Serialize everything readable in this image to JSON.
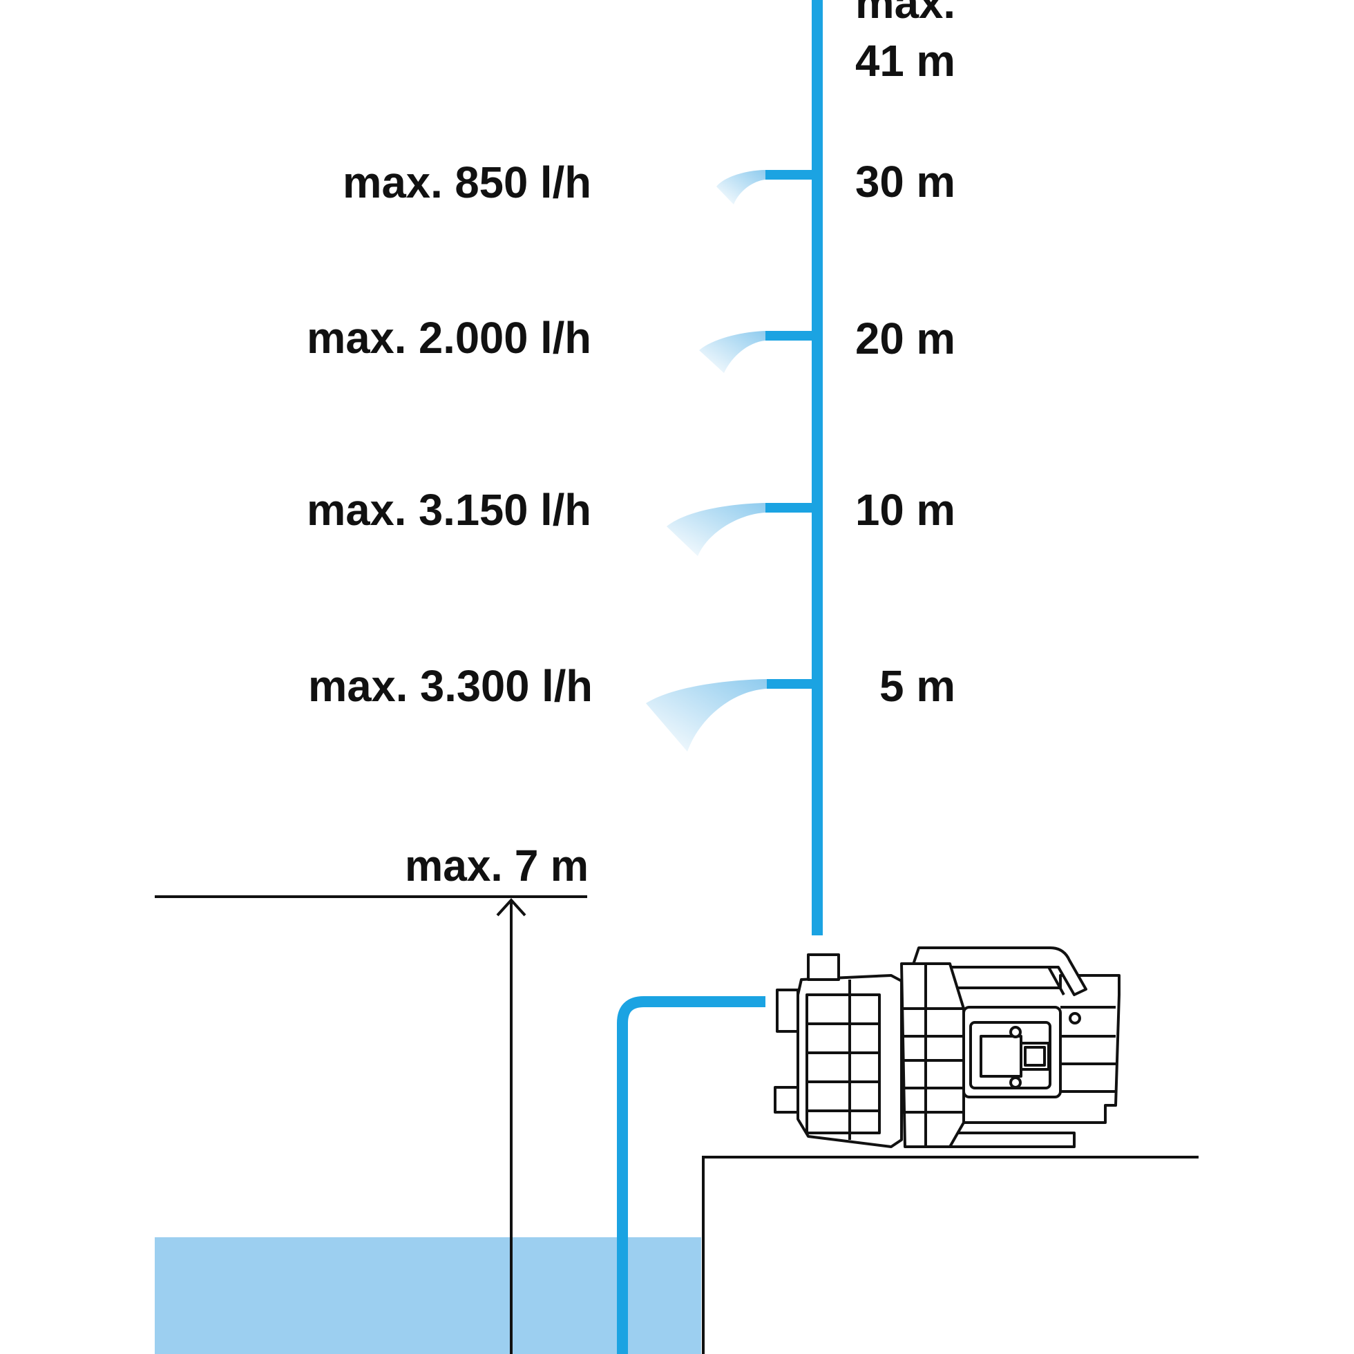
{
  "colors": {
    "pipe": "#1ba3e2",
    "water_pool": "#9ccff0",
    "spray": "#8fcbee",
    "ink": "#111111"
  },
  "delivery_head_max": {
    "line1": "max.",
    "line2": "41 m"
  },
  "levels": [
    {
      "height_label": "30 m",
      "flow_label": "max. 850 l/h",
      "height_m": 30,
      "flow_lph": 850
    },
    {
      "height_label": "20 m",
      "flow_label": "max. 2.000 l/h",
      "height_m": 20,
      "flow_lph": 2000
    },
    {
      "height_label": "10 m",
      "flow_label": "max. 3.150 l/h",
      "height_m": 10,
      "flow_lph": 3150
    },
    {
      "height_label": "5 m",
      "flow_label": "max. 3.300 l/h",
      "height_m": 5,
      "flow_lph": 3300
    }
  ],
  "suction_head": {
    "label": "max. 7 m",
    "value_m": 7
  },
  "pump": {
    "icon": "garden-pump-icon"
  }
}
